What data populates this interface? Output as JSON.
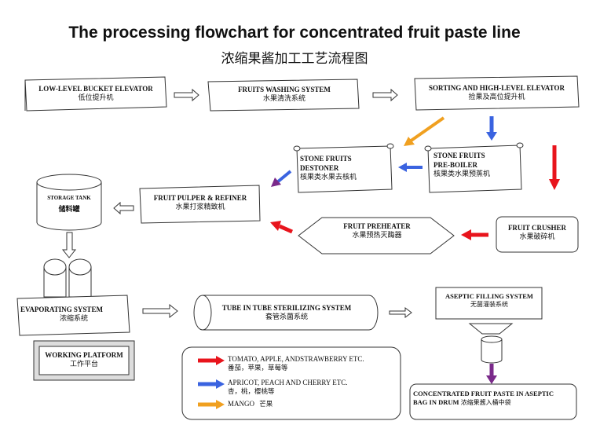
{
  "title": {
    "en": "The processing flowchart for concentrated fruit paste line",
    "cn": "浓缩果酱加工工艺流程图"
  },
  "nodes": {
    "low_level_elevator": {
      "en": "LOW-LEVEL BUCKET ELEVATOR",
      "cn": "低位提升机"
    },
    "washing": {
      "en": "FRUITS WASHING SYSTEM",
      "cn": "水果清洗系统"
    },
    "sorting": {
      "en": "SORTING AND HIGH-LEVEL ELEVATOR",
      "cn": "捡果及高位提升机"
    },
    "stone_destoner": {
      "en1": "STONE FRUITS",
      "en2": "DESTONER",
      "cn": "核果类水果去核机"
    },
    "stone_preboiler": {
      "en1": "STONE FRUITS",
      "en2": "PRE-BOILER",
      "cn": "核果类水果预蒸机"
    },
    "storage_tank": {
      "en": "STORAGE TANK",
      "cn": "储料罐"
    },
    "pulper": {
      "en": "FRUIT PULPER & REFINER",
      "cn": "水果打浆精致机"
    },
    "preheater": {
      "en": "FRUIT PREHEATER",
      "cn": "水果预热灭酶器"
    },
    "crusher": {
      "en": "FRUIT CRUSHER",
      "cn": "水果破碎机"
    },
    "evaporating": {
      "en": "EVAPORATING SYSTEM",
      "cn": "浓缩系统"
    },
    "sterilizing": {
      "en": "TUBE IN TUBE STERILIZING SYSTEM",
      "cn": "套管杀菌系统"
    },
    "aseptic": {
      "en": "ASEPTIC FILLING SYSTEM",
      "cn": "无菌灌装系统"
    },
    "platform": {
      "en": "WORKING PLATFORM",
      "cn": "工作平台"
    },
    "product": {
      "en1": "CONCENTRATED FRUIT PASTE IN ASEPTIC",
      "en2": "BAG IN DRUM",
      "cn": "浓缩果酱入桶中袋"
    }
  },
  "legend": [
    {
      "color": "#e8141c",
      "en": "TOMATO, APPLE, ANDSTRAWBERRY ETC.",
      "cn": "番茄，苹果，草莓等"
    },
    {
      "color": "#3a63e0",
      "en": "APRICOT, PEACH AND CHERRY ETC.",
      "cn": "杏，桃，樱桃等"
    },
    {
      "color": "#f0a020",
      "en": "MANGO",
      "cn": "芒果"
    }
  ],
  "colors": {
    "red": "#e8141c",
    "blue": "#3a63e0",
    "orange": "#f0a020",
    "purple": "#7a2a8a"
  }
}
